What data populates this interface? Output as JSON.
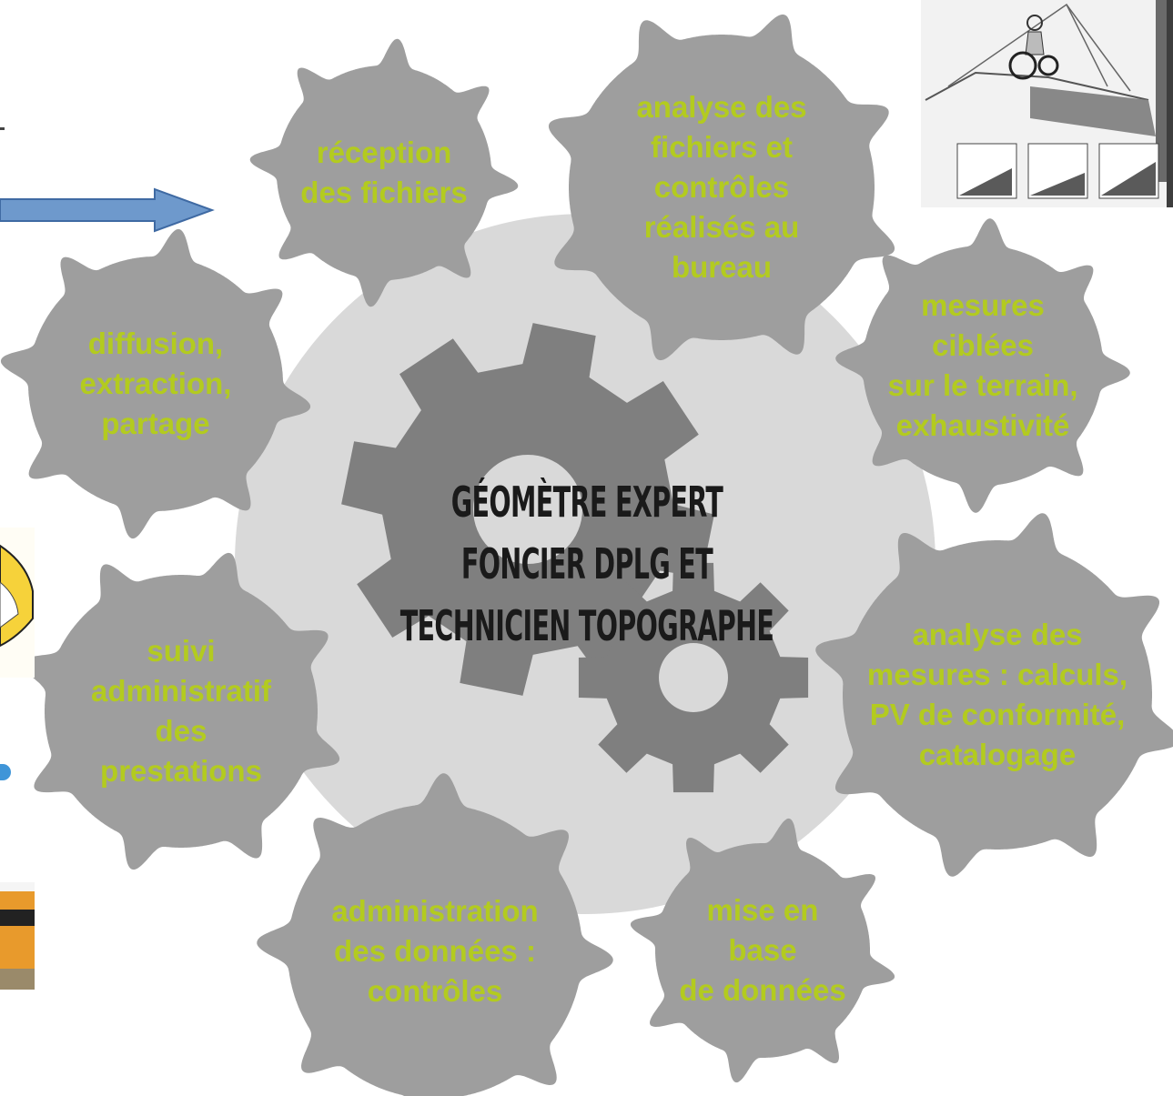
{
  "title": "GÉOMÈTRE EXPERT\nFONCIER DPLG ET\nTECHNICIEN TOPOGRAPHE",
  "colors": {
    "cog_fill": "#9E9E9E",
    "cog_text": "#B3CB1F",
    "big_circle": "#D9D9D9",
    "inner_gear": "#7F7F7F",
    "arrow_fill": "#6E99CC",
    "arrow_stroke": "#3F6AA3",
    "title_text": "#1a1a1a"
  },
  "cogs": [
    {
      "id": "reception",
      "label": "réception\ndes fichiers"
    },
    {
      "id": "analyse-fichiers",
      "label": "analyse des\nfichiers et\ncontrôles\nréalisés au\nbureau"
    },
    {
      "id": "mesures-terrain",
      "label": "mesures\nciblées\nsur le terrain,\nexhaustivité"
    },
    {
      "id": "analyse-mesures",
      "label": "analyse des\nmesures : calculs,\nPV de conformité,\ncatalogage"
    },
    {
      "id": "mise-en-base",
      "label": "mise en\nbase\nde données"
    },
    {
      "id": "administration",
      "label": "administration\ndes données :\ncontrôles"
    },
    {
      "id": "suivi",
      "label": "suivi\nadministratif\ndes\nprestations"
    },
    {
      "id": "diffusion",
      "label": "diffusion,\nextraction,\npartage"
    }
  ],
  "images": [
    {
      "id": "photo-top-right",
      "icon": "surveyor-sketch-illustration"
    },
    {
      "id": "photo-left-1",
      "icon": "yellow-instrument-photo"
    },
    {
      "id": "photo-left-2",
      "icon": "orange-equipment-photo"
    }
  ],
  "arrow": {
    "icon": "right-arrow",
    "direction": "right"
  }
}
